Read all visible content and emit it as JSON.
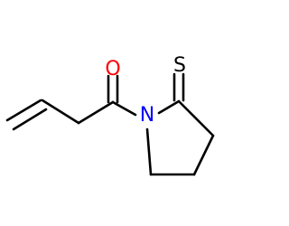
{
  "molecule": {
    "atoms": {
      "oxygen": {
        "symbol": "O",
        "color": "#ff0000"
      },
      "nitrogen": {
        "symbol": "N",
        "color": "#0000ff"
      },
      "sulfur": {
        "symbol": "S",
        "color": "#000000"
      }
    },
    "bond_color": "#000000"
  }
}
